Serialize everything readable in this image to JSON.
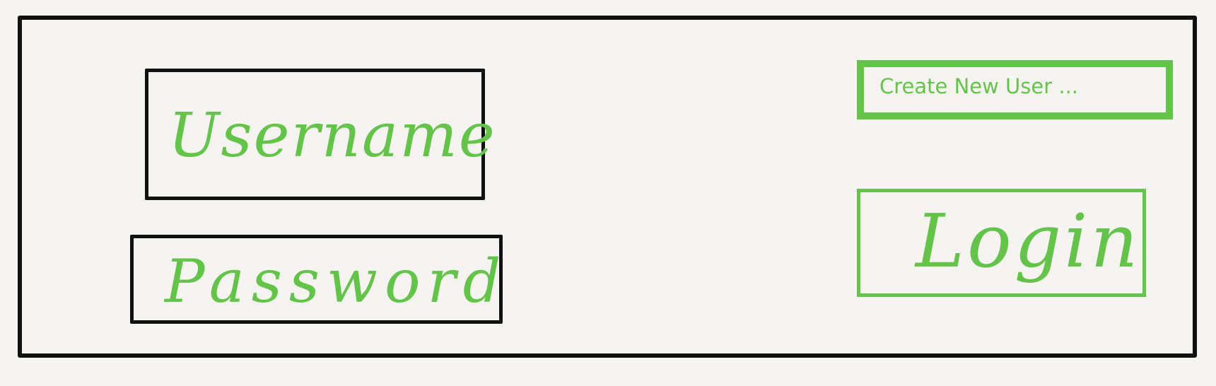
{
  "form": {
    "username_placeholder": "Username",
    "password_placeholder": "Password"
  },
  "actions": {
    "create_user_label": "Create New User ...",
    "login_label": "Login"
  },
  "colors": {
    "accent": "#63c449",
    "outline": "#111111",
    "background": "#f5f4f0"
  }
}
